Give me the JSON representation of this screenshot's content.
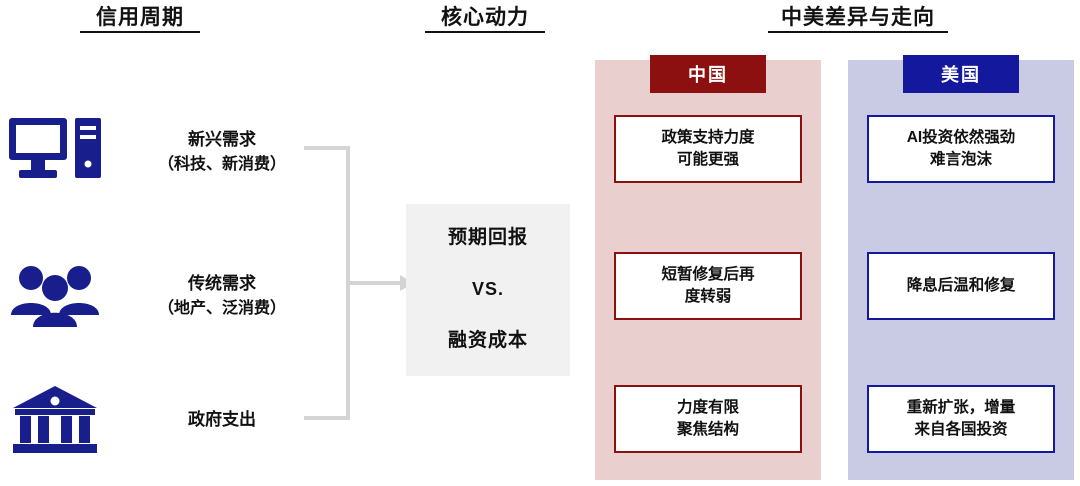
{
  "headers": {
    "credit_cycle": "信用周期",
    "core_driver": "核心动力",
    "comparison": "中美差异与走向"
  },
  "drivers": [
    {
      "icon": "desktop-computer-icon",
      "title": "新兴需求",
      "subtitle": "（科技、新消费）"
    },
    {
      "icon": "people-group-icon",
      "title": "传统需求",
      "subtitle": "（地产、泛消费）"
    },
    {
      "icon": "government-building-icon",
      "title": "政府支出",
      "subtitle": ""
    }
  ],
  "core_box": {
    "line1": "预期回报",
    "vs": "VS.",
    "line2": "融资成本"
  },
  "countries": [
    {
      "name": "中国",
      "badge_color": "#8c1010",
      "panel_color": "#e9cfcd",
      "points": [
        "政策支持力度\n可能更强",
        "短暂修复后再\n度转弱",
        "力度有限\n聚焦结构"
      ]
    },
    {
      "name": "美国",
      "badge_color": "#14189c",
      "panel_color": "#c9cbe4",
      "points": [
        "AI投资依然强劲\n难言泡沫",
        "降息后温和修复",
        "重新扩张，增量\n来自各国投资"
      ]
    }
  ],
  "colors": {
    "icon_navy": "#181e8c",
    "connector_gray": "#d4d4d4",
    "core_box_bg": "#f1f1f1",
    "text_dark": "#111111"
  }
}
